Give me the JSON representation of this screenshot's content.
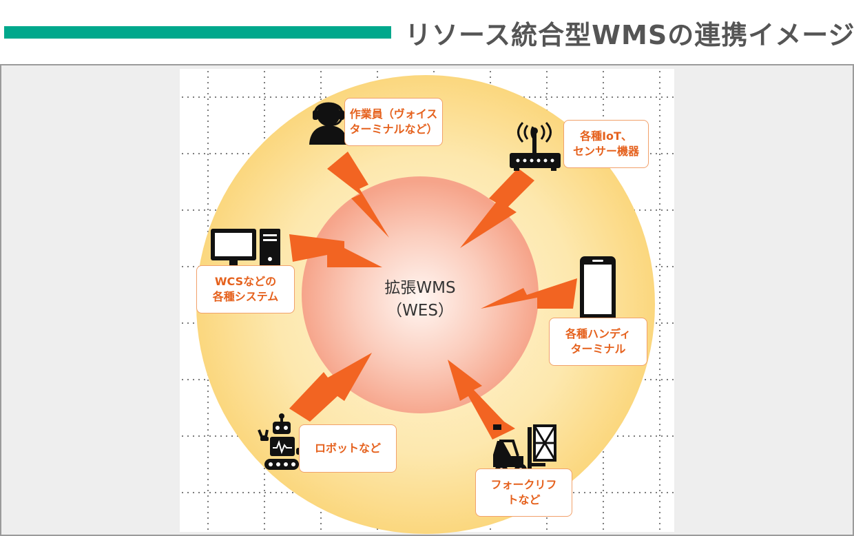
{
  "header": {
    "title": "リソース統合型WMSの連携イメージ"
  },
  "center": {
    "line1": "拡張WMS",
    "line2": "（WES）"
  },
  "nodes": {
    "worker": {
      "line1": "作業員（ヴォイス",
      "line2": "ターミナルなど）",
      "icon": "headset-worker-icon"
    },
    "iot": {
      "line1": "各種IoT、",
      "line2": "センサー機器",
      "icon": "router-antenna-icon"
    },
    "wcs": {
      "line1": "WCSなどの",
      "line2": "各種システム",
      "icon": "desktop-computer-icon"
    },
    "handy": {
      "line1": "各種ハンディ",
      "line2": "ターミナル",
      "icon": "smartphone-icon"
    },
    "robot": {
      "line1": "ロボットなど",
      "icon": "robot-icon"
    },
    "forklift": {
      "line1": "フォークリフ",
      "line2": "トなど",
      "icon": "forklift-icon"
    }
  },
  "colors": {
    "accent_bar": "#00a88c",
    "outer_circle": "#fbd77e",
    "inner_circle": "#f7a98f",
    "bolt": "#f26422",
    "label_text": "#e5611d"
  }
}
